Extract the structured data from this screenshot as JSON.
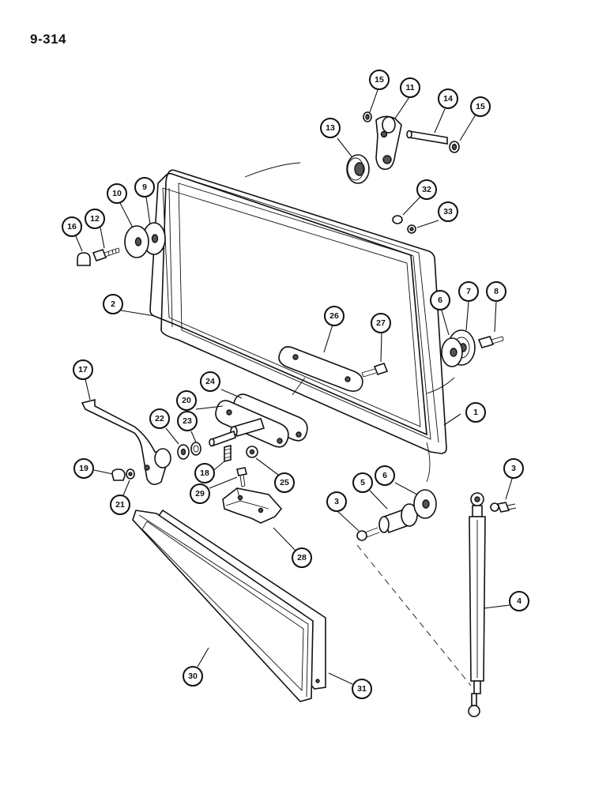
{
  "page": {
    "number": "9-314"
  },
  "callouts": [
    {
      "label": "1"
    },
    {
      "label": "2"
    },
    {
      "label": "3"
    },
    {
      "label": "3"
    },
    {
      "label": "4"
    },
    {
      "label": "5"
    },
    {
      "label": "6"
    },
    {
      "label": "6"
    },
    {
      "label": "7"
    },
    {
      "label": "8"
    },
    {
      "label": "9"
    },
    {
      "label": "10"
    },
    {
      "label": "11"
    },
    {
      "label": "12"
    },
    {
      "label": "13"
    },
    {
      "label": "14"
    },
    {
      "label": "15"
    },
    {
      "label": "15"
    },
    {
      "label": "16"
    },
    {
      "label": "17"
    },
    {
      "label": "18"
    },
    {
      "label": "19"
    },
    {
      "label": "20"
    },
    {
      "label": "21"
    },
    {
      "label": "22"
    },
    {
      "label": "23"
    },
    {
      "label": "24"
    },
    {
      "label": "25"
    },
    {
      "label": "26"
    },
    {
      "label": "27"
    },
    {
      "label": "28"
    },
    {
      "label": "29"
    },
    {
      "label": "30"
    },
    {
      "label": "31"
    },
    {
      "label": "32"
    },
    {
      "label": "33"
    }
  ]
}
